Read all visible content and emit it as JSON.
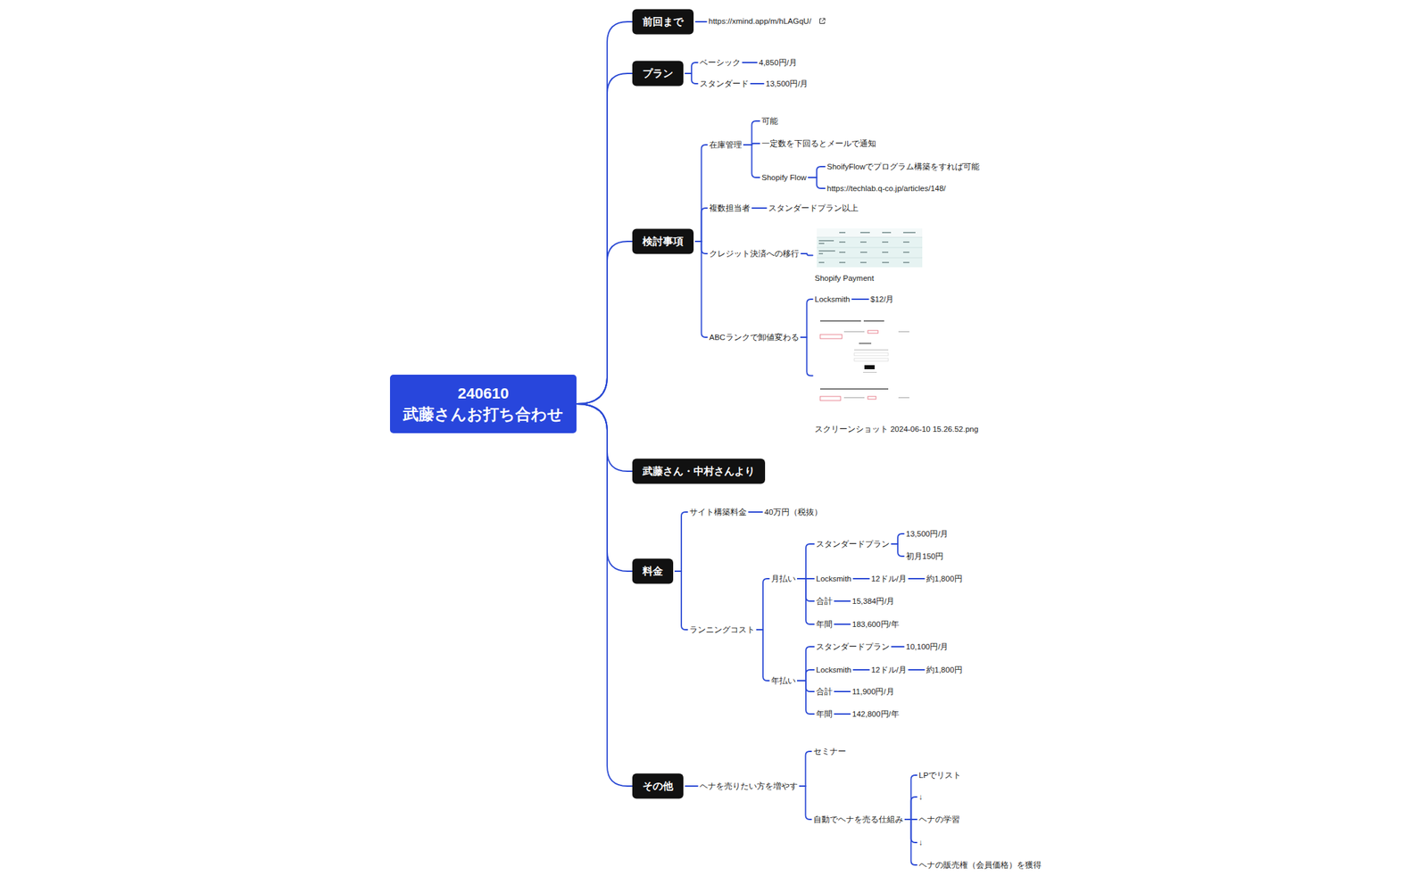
{
  "diagram": {
    "nodes": [
      {
        "text": [
          "240610 武藤さんお打ち合わせ"
        ]
      },
      {
        "text": [
          "前回まで"
        ]
      },
      {
        "text": [
          "https://xmind.app/m/hLAGqU/"
        ]
      },
      {
        "text": [
          "プラン"
        ]
      },
      {
        "text": [
          "ベーシック"
        ]
      },
      {
        "text": [
          "4,850円/月"
        ]
      },
      {
        "text": [
          "スタンダード"
        ]
      },
      {
        "text": [
          "13,500円/月"
        ]
      },
      {
        "text": [
          "検討事項"
        ]
      },
      {
        "text": [
          "在庫管理"
        ]
      },
      {
        "text": [
          "可能"
        ]
      },
      {
        "text": [
          "一定数を下回るとメールで通知"
        ]
      },
      {
        "text": [
          "Shopify Flow"
        ]
      },
      {
        "text": [
          "ShoifyFlowでプログラム構築をすれば可能"
        ]
      },
      {
        "text": [
          "https://techlab.q-co.jp/articles/148/"
        ]
      },
      {
        "text": [
          "複数担当者"
        ]
      },
      {
        "text": [
          "スタンダードプラン以上"
        ]
      },
      {
        "text": [
          "クレジット決済への移行"
        ]
      },
      {
        "text": [
          "Shopify Payment"
        ]
      },
      {
        "text": [
          "ABCランクで卸値変わる"
        ]
      },
      {
        "text": [
          "Locksmith"
        ]
      },
      {
        "text": [
          "$12/月"
        ]
      },
      {
        "text": [
          "スクリーンショット 2024-06-10 15.26.52.png"
        ]
      },
      {
        "text": [
          "武藤さん・中村さんより"
        ]
      },
      {
        "text": [
          "料金"
        ]
      },
      {
        "text": [
          "サイト構築料金"
        ]
      },
      {
        "text": [
          "40万円（税抜）"
        ]
      },
      {
        "text": [
          "ランニングコスト"
        ]
      },
      {
        "text": [
          "月払い"
        ]
      },
      {
        "text": [
          "スタンダードプラン"
        ]
      },
      {
        "text": [
          "13,500円/月"
        ]
      },
      {
        "text": [
          "初月150円"
        ]
      },
      {
        "text": [
          "Locksmith"
        ]
      },
      {
        "text": [
          "12ドル/月"
        ]
      },
      {
        "text": [
          "約1,800円"
        ]
      },
      {
        "text": [
          "合計"
        ]
      },
      {
        "text": [
          "15,384円/月"
        ]
      },
      {
        "text": [
          "年間"
        ]
      },
      {
        "text": [
          "183,600円/年"
        ]
      },
      {
        "text": [
          "年払い"
        ]
      },
      {
        "text": [
          "スタンダードプラン"
        ]
      },
      {
        "text": [
          "10,100円/月"
        ]
      },
      {
        "text": [
          "Locksmith"
        ]
      },
      {
        "text": [
          "12ドル/月"
        ]
      },
      {
        "text": [
          "約1,800円"
        ]
      },
      {
        "text": [
          "合計"
        ]
      },
      {
        "text": [
          "11,900円/月"
        ]
      },
      {
        "text": [
          "年間"
        ]
      },
      {
        "text": [
          "142,800円/年"
        ]
      },
      {
        "text": [
          "その他"
        ]
      },
      {
        "text": [
          "ヘナを売りたい方を増やす"
        ]
      },
      {
        "text": [
          "セミナー"
        ]
      },
      {
        "text": [
          "自動でヘナを売る仕組み"
        ]
      },
      {
        "text": [
          "LPでリスト"
        ]
      },
      {
        "text": [
          "↓"
        ]
      },
      {
        "text": [
          "ヘナの学習"
        ]
      },
      {
        "text": [
          "↓"
        ]
      },
      {
        "text": [
          "ヘナの販売権（会員価格）を獲得"
        ]
      }
    ],
    "edges": [
      {
        "from": 0,
        "to": 1,
        "arrow": "none"
      },
      {
        "from": 0,
        "to": 3,
        "arrow": "none"
      },
      {
        "from": 0,
        "to": 8,
        "arrow": "none"
      },
      {
        "from": 0,
        "to": 23,
        "arrow": "none"
      },
      {
        "from": 0,
        "to": 24,
        "arrow": "none"
      },
      {
        "from": 0,
        "to": 49,
        "arrow": "none"
      },
      {
        "from": 1,
        "to": 2,
        "arrow": "none"
      },
      {
        "from": 3,
        "to": 4,
        "arrow": "none"
      },
      {
        "from": 4,
        "to": 5,
        "arrow": "none"
      },
      {
        "from": 3,
        "to": 6,
        "arrow": "none"
      },
      {
        "from": 6,
        "to": 7,
        "arrow": "none"
      },
      {
        "from": 8,
        "to": 9,
        "arrow": "none"
      },
      {
        "from": 9,
        "to": 10,
        "arrow": "none"
      },
      {
        "from": 9,
        "to": 11,
        "arrow": "none"
      },
      {
        "from": 9,
        "to": 12,
        "arrow": "none"
      },
      {
        "from": 12,
        "to": 13,
        "arrow": "none"
      },
      {
        "from": 12,
        "to": 14,
        "arrow": "none"
      },
      {
        "from": 8,
        "to": 15,
        "arrow": "none"
      },
      {
        "from": 15,
        "to": 16,
        "arrow": "none"
      },
      {
        "from": 8,
        "to": 17,
        "arrow": "none"
      },
      {
        "from": 17,
        "to": 18,
        "arrow": "none"
      },
      {
        "from": 8,
        "to": 19,
        "arrow": "none"
      },
      {
        "from": 19,
        "to": 20,
        "arrow": "none"
      },
      {
        "from": 20,
        "to": 21,
        "arrow": "none"
      },
      {
        "from": 19,
        "to": 22,
        "arrow": "none"
      },
      {
        "from": 24,
        "to": 25,
        "arrow": "none"
      },
      {
        "from": 25,
        "to": 26,
        "arrow": "none"
      },
      {
        "from": 24,
        "to": 27,
        "arrow": "none"
      },
      {
        "from": 27,
        "to": 28,
        "arrow": "none"
      },
      {
        "from": 28,
        "to": 29,
        "arrow": "none"
      },
      {
        "from": 29,
        "to": 30,
        "arrow": "none"
      },
      {
        "from": 29,
        "to": 31,
        "arrow": "none"
      },
      {
        "from": 28,
        "to": 32,
        "arrow": "none"
      },
      {
        "from": 32,
        "to": 33,
        "arrow": "none"
      },
      {
        "from": 33,
        "to": 34,
        "arrow": "none"
      },
      {
        "from": 28,
        "to": 35,
        "arrow": "none"
      },
      {
        "from": 35,
        "to": 36,
        "arrow": "none"
      },
      {
        "from": 28,
        "to": 37,
        "arrow": "none"
      },
      {
        "from": 37,
        "to": 38,
        "arrow": "none"
      },
      {
        "from": 27,
        "to": 39,
        "arrow": "none"
      },
      {
        "from": 39,
        "to": 40,
        "arrow": "none"
      },
      {
        "from": 40,
        "to": 41,
        "arrow": "none"
      },
      {
        "from": 39,
        "to": 42,
        "arrow": "none"
      },
      {
        "from": 42,
        "to": 43,
        "arrow": "none"
      },
      {
        "from": 43,
        "to": 44,
        "arrow": "none"
      },
      {
        "from": 39,
        "to": 45,
        "arrow": "none"
      },
      {
        "from": 45,
        "to": 46,
        "arrow": "none"
      },
      {
        "from": 39,
        "to": 47,
        "arrow": "none"
      },
      {
        "from": 47,
        "to": 48,
        "arrow": "none"
      },
      {
        "from": 49,
        "to": 50,
        "arrow": "none"
      },
      {
        "from": 50,
        "to": 51,
        "arrow": "none"
      },
      {
        "from": 50,
        "to": 52,
        "arrow": "none"
      },
      {
        "from": 52,
        "to": 53,
        "arrow": "none"
      },
      {
        "from": 52,
        "to": 54,
        "arrow": "none"
      },
      {
        "from": 52,
        "to": 55,
        "arrow": "none"
      },
      {
        "from": 52,
        "to": 56,
        "arrow": "none"
      },
      {
        "from": 52,
        "to": 57,
        "arrow": "none"
      }
    ]
  }
}
